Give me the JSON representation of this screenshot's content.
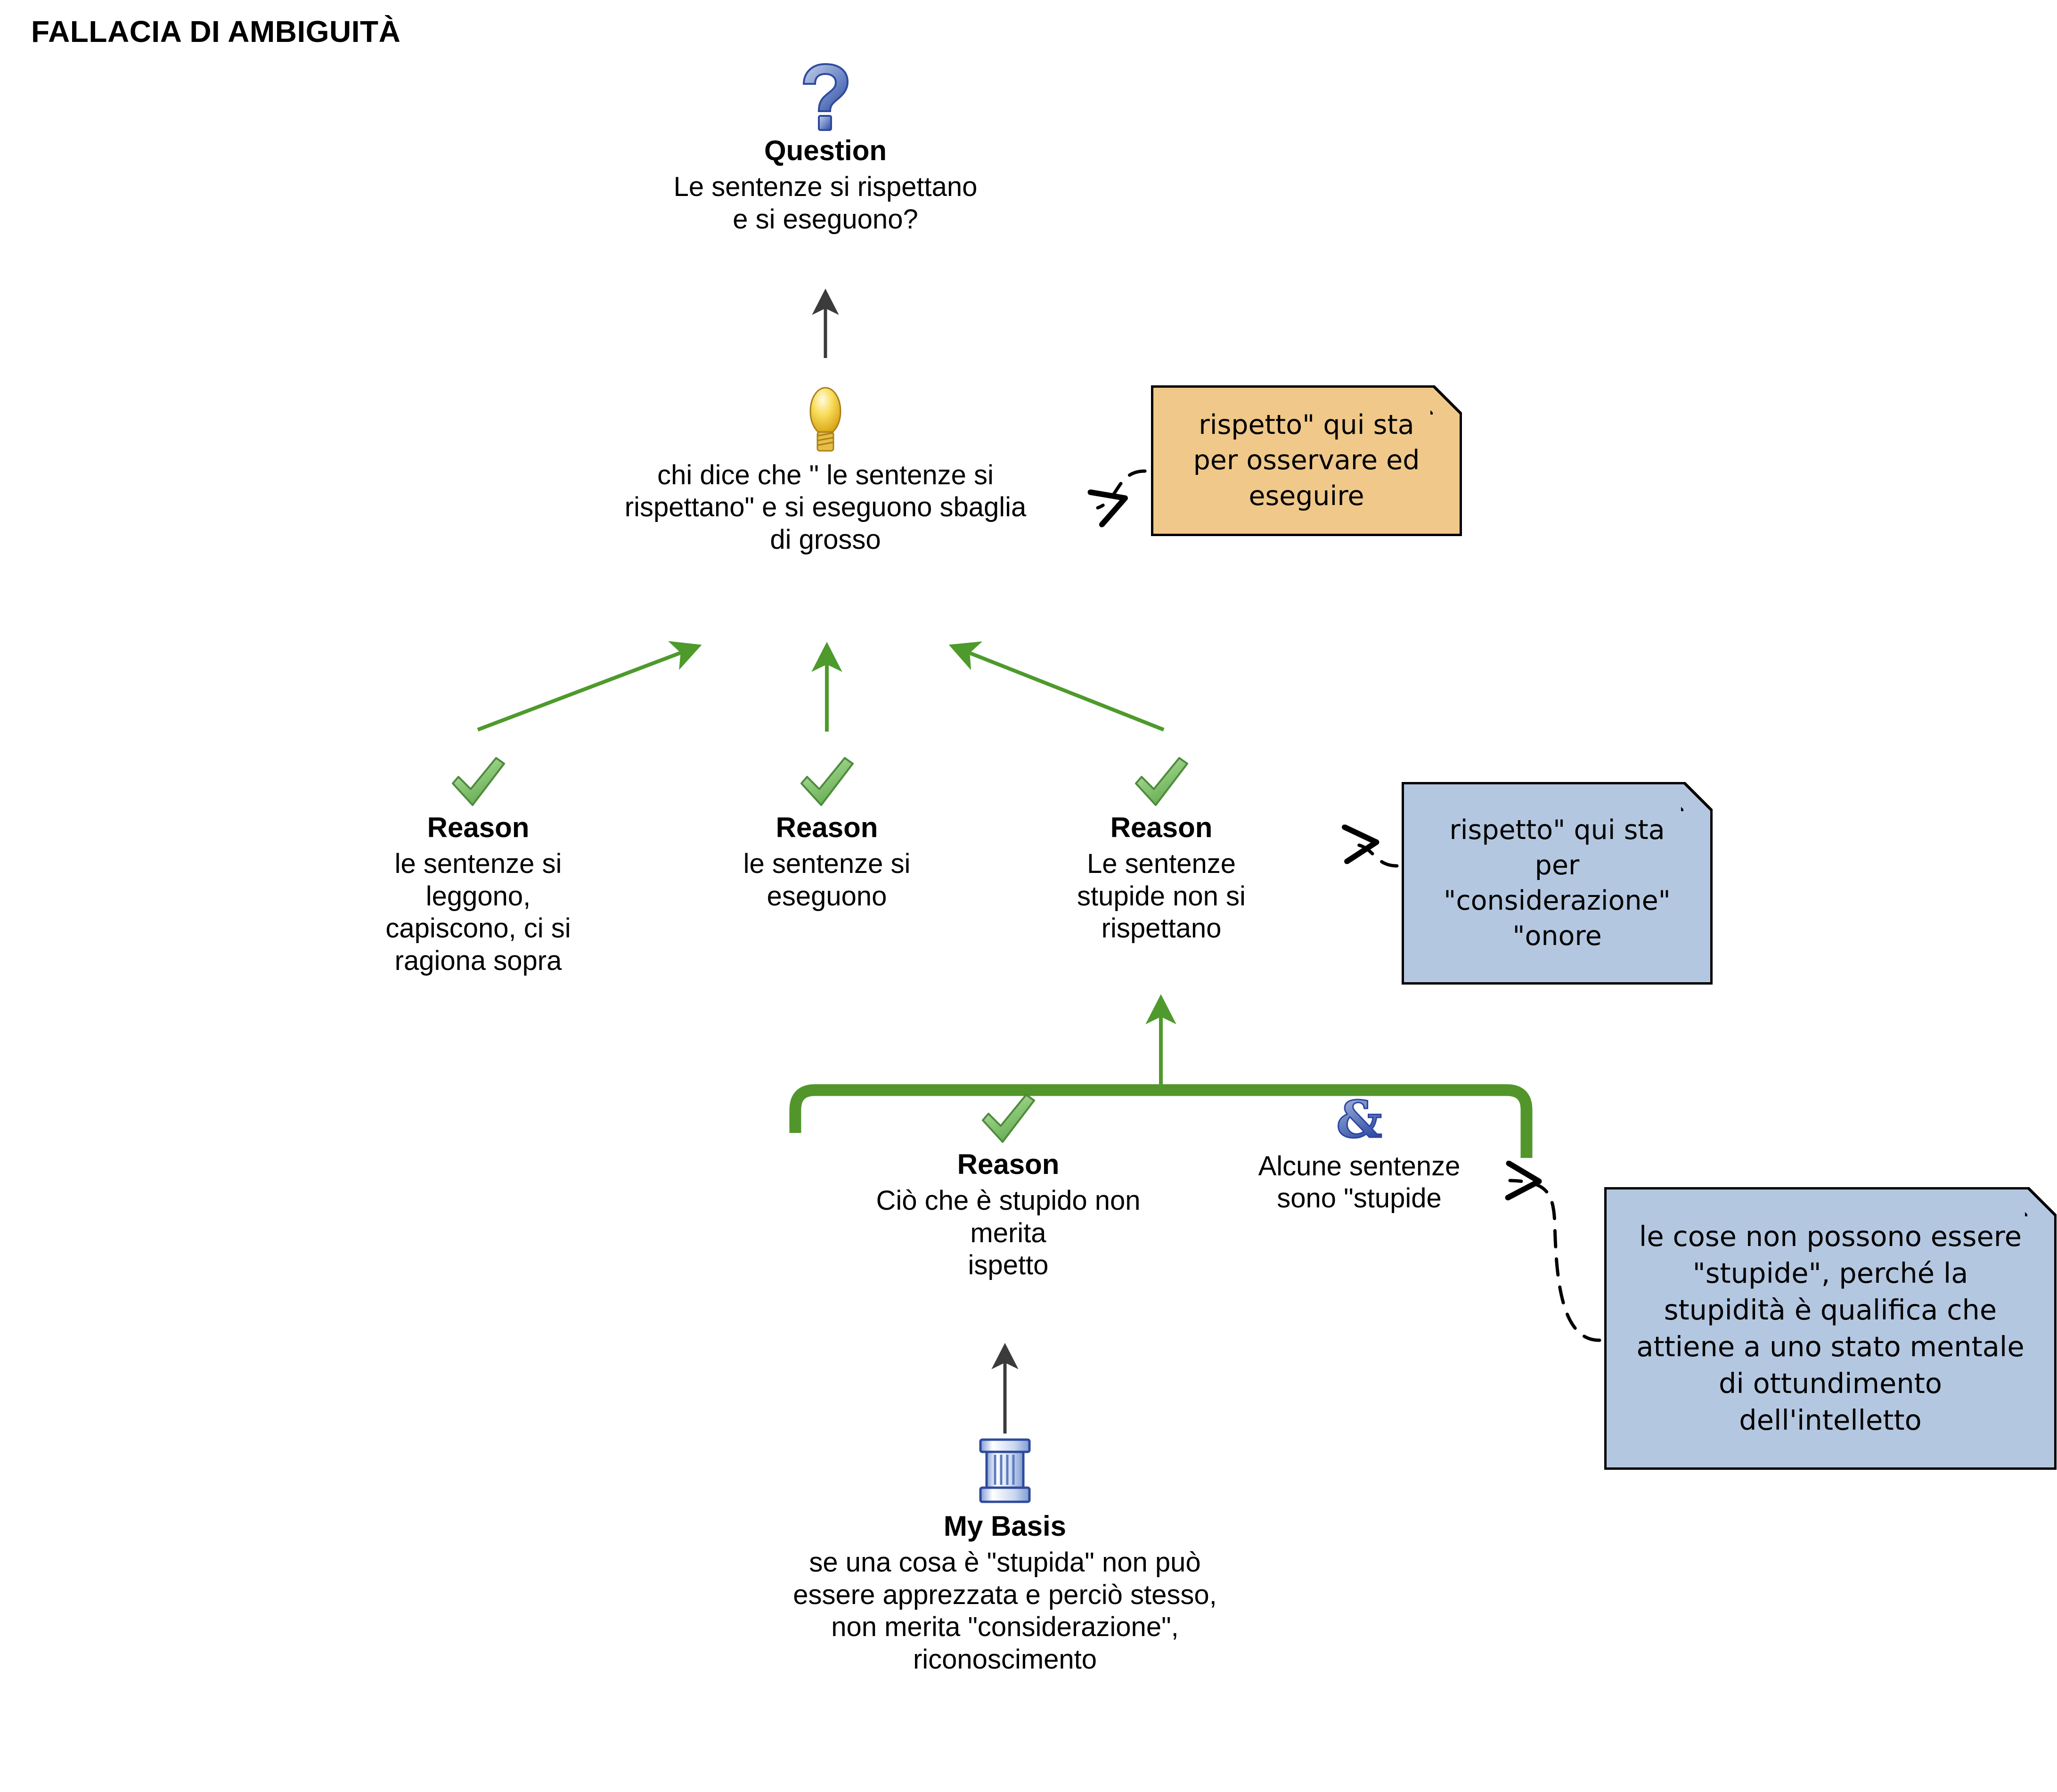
{
  "title": "FALLACIA DI AMBIGUITÀ",
  "colors": {
    "support_arrow_green": "#4e9a2c",
    "bracket_green": "#52962b",
    "plain_arrow": "#3b3b3b",
    "note_orange": "#efc88a",
    "note_blue": "#b4c7e0",
    "check_green": "#7ebd6a",
    "icon_blue": "#4a63ad",
    "bulb_yellow": "#f2c829"
  },
  "nodes": {
    "question": {
      "icon": "question-mark-icon",
      "type_label": "Question",
      "text": "Le sentenze si rispettano\ne si eseguono?"
    },
    "main_claim": {
      "icon": "lightbulb-icon",
      "type_label": "",
      "text": "chi dice che \" le sentenze si\nrispettano\" e si eseguono sbaglia\ndi grosso"
    },
    "reason_left": {
      "icon": "green-check-icon",
      "type_label": "Reason",
      "text": "le sentenze si\nleggono,\ncapiscono, ci si\nragiona sopra"
    },
    "reason_center": {
      "icon": "green-check-icon",
      "type_label": "Reason",
      "text": "le sentenze si\neseguono"
    },
    "reason_right": {
      "icon": "green-check-icon",
      "type_label": "Reason",
      "text": "Le sentenze\nstupide non si\nrispettano"
    },
    "reason_stupid": {
      "icon": "green-check-icon",
      "type_label": "Reason",
      "text": "Ciò che è stupido non\nmerita\nispetto"
    },
    "copremise_stupide": {
      "icon": "ampersand-icon",
      "type_label": "",
      "text": "Alcune sentenze\nsono \"stupide"
    },
    "my_basis": {
      "icon": "pillar-icon",
      "type_label": "My Basis",
      "text": "se una cosa è \"stupida\" non può\nessere apprezzata e perciò stesso,\nnon merita \"considerazione\",\nriconoscimento"
    }
  },
  "notes": {
    "note_osservare": {
      "text": "rispetto\" qui sta\nper osservare ed\neseguire",
      "color": "orange"
    },
    "note_considerazione": {
      "text": "rispetto\" qui sta\nper\n\"considerazione\"\n\"onore",
      "color": "blue"
    },
    "note_stupide": {
      "text": "le cose non possono essere\n\"stupide\", perché la\nstupidità è qualifica che\nattiene a uno stato mentale\ndi ottundimento\ndell'intelletto",
      "color": "blue"
    }
  }
}
